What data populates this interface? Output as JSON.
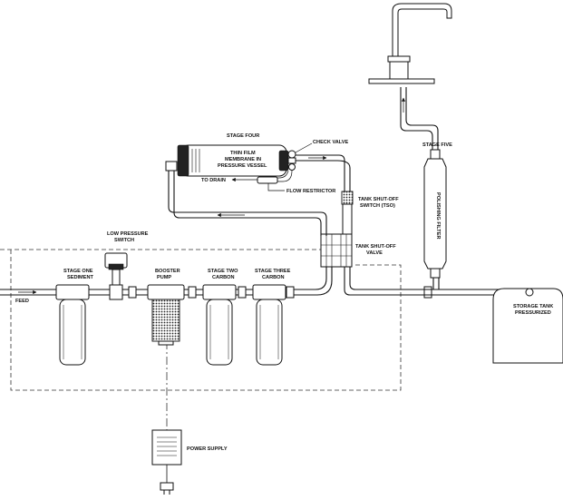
{
  "labels": {
    "feed": "FEED",
    "stage_one": [
      "STAGE ONE",
      "SEDIMENT"
    ],
    "booster_pump": [
      "BOOSTER",
      "PUMP"
    ],
    "stage_two": [
      "STAGE TWO",
      "CARBON"
    ],
    "stage_three": [
      "STAGE THREE",
      "CARBON"
    ],
    "low_pressure_switch": [
      "LOW PRESSURE",
      "SWITCH"
    ],
    "stage_four": "STAGE FOUR",
    "membrane": [
      "THIN FILM",
      "MEMBRANE IN",
      "PRESSURE VESSEL"
    ],
    "check_valve": "CHECK VALVE",
    "to_drain": "TO DRAIN",
    "flow_restrictor": "FLOW RESTRICTOR",
    "tso_switch": [
      "TANK SHUT-OFF",
      "SWITCH (TSO)"
    ],
    "tank_shutoff_valve": [
      "TANK SHUT-OFF",
      "VALVE"
    ],
    "stage_five": "STAGE FIVE",
    "polishing_filter": "POLISHING FILTER",
    "storage_tank": [
      "STORAGE TANK",
      "PRESSURIZED"
    ],
    "power_supply": "POWER SUPPLY"
  }
}
